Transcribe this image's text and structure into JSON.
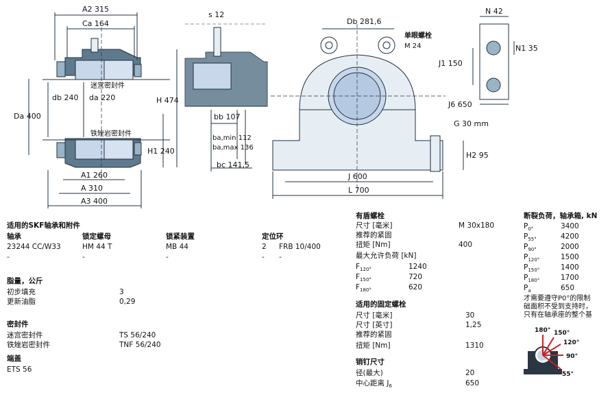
{
  "drawing": {
    "dims": {
      "A2": "A2",
      "A2v": "315",
      "Ca": "Ca",
      "Cav": "164",
      "db": "db",
      "dbv": "240",
      "da": "da",
      "dav": "220",
      "H": "H",
      "Hv": "474",
      "Da": "Da",
      "Dav": "400",
      "H1": "H1",
      "H1v": "240",
      "A1": "A1",
      "A1v": "260",
      "A": "A",
      "Av": "310",
      "A3": "A3",
      "A3v": "400",
      "s": "s",
      "sv": "12",
      "bb": "bb",
      "bbv": "107",
      "bamin": "ba,min",
      "baminv": "112",
      "bamax": "ba,max",
      "bamaxv": "136",
      "bc": "bc",
      "bcv": "141,5",
      "Db": "Db",
      "Dbv": "281,6",
      "J": "J",
      "Jv": "600",
      "L": "L",
      "Lv": "700",
      "G": "G",
      "Gv": "30 mm",
      "H2": "H2",
      "H2v": "95",
      "N": "N",
      "Nv": "42",
      "N1": "N1",
      "N1v": "35",
      "J1": "J1",
      "J1v": "150",
      "J6": "J6",
      "J6v": "650"
    },
    "labels": {
      "labyrinth_seal": "迷宫密封件",
      "taconite_seal": "铁矬岩密封件",
      "eye_bolt": "单眼螺栓",
      "eye_bolt_size": "M 24"
    }
  },
  "accessories": {
    "title": "适用的SKF轴承和附件",
    "headers": [
      "轴承",
      "锁定螺母",
      "锁紧装置",
      "定位环"
    ],
    "row1": [
      "23244 CC/W33",
      "HM 44 T",
      "MB 44",
      "2",
      "FRB 10/400"
    ],
    "row2": [
      "-",
      "-",
      "-",
      "-",
      "-"
    ]
  },
  "grease": {
    "title": "脂量，公斤",
    "rows": [
      {
        "label": "初步填充",
        "value": "3"
      },
      {
        "label": "更新油脂",
        "value": "0,29"
      }
    ]
  },
  "seals": {
    "title": "密封件",
    "rows": [
      {
        "label": "迷宫密封件",
        "value": "TS 56/240"
      },
      {
        "label": "铁矬岩密封件",
        "value": "TNF 56/240"
      }
    ]
  },
  "endcover": {
    "title": "端盖",
    "value": "ETS 56"
  },
  "cap_bolts": {
    "title": "有盾螺栓",
    "size_label": "尺寸 [毫米]",
    "size_value": "M 30x180",
    "recommended": "推荐的紧固",
    "torque_label": "扭矩 [Nm]",
    "torque_value": "400",
    "maxload_label": "最大允许负荷 [kN]",
    "f120": "F",
    "f120sub": "120°",
    "f120v": "1240",
    "f150": "F",
    "f150sub": "150°",
    "f150v": "720",
    "f180": "F",
    "f180sub": "180°",
    "f180v": "620"
  },
  "attach_bolts": {
    "title": "适用的固定螺栓",
    "size_mm_label": "尺寸 [毫米]",
    "size_mm_value": "30",
    "size_in_label": "尺寸 [英寸]",
    "size_in_value": "1,25",
    "recommended": "推荐的紧固",
    "torque_label": "扭矩 [Nm]",
    "torque_value": "1310"
  },
  "dowel": {
    "title": "销钉尺寸",
    "diam_label": "径(最大)",
    "diam_value": "20",
    "dist_label": "中心距离 J",
    "dist_sub": "6",
    "dist_value": "650"
  },
  "breaking": {
    "title": "断裂负荷，轴承箱, kN",
    "rows": [
      {
        "p": "P",
        "sub": "0°",
        "v": "3400"
      },
      {
        "p": "P",
        "sub": "55°",
        "v": "4200"
      },
      {
        "p": "P",
        "sub": "90°",
        "v": "2000"
      },
      {
        "p": "P",
        "sub": "120°",
        "v": "1500"
      },
      {
        "p": "P",
        "sub": "150°",
        "v": "1400"
      },
      {
        "p": "P",
        "sub": "180°",
        "v": "1700"
      },
      {
        "p": "P",
        "sub": "a",
        "v": "650"
      }
    ],
    "note1": "才需要遵守P0°的限制",
    "note2": "础面积不受到支持时，",
    "note3": "只有在轴承座的整个基",
    "angles": {
      "a180": "180°",
      "a150": "150°",
      "a120": "120°",
      "a90": "90°",
      "a55": "55°"
    }
  },
  "colors": {
    "accent": "#cc1f1f",
    "housing": "#1e3040",
    "bearing_fill": "#c8d7ea",
    "seal_fill": "#9ab4c6"
  }
}
